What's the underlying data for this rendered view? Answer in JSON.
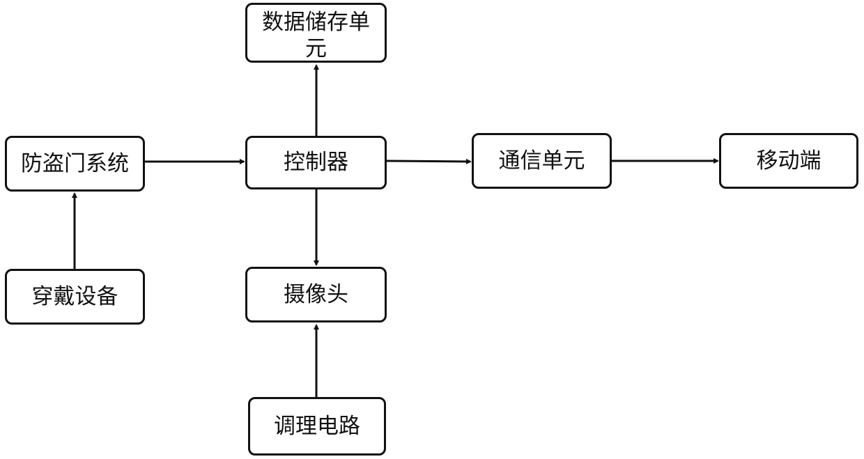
{
  "diagram": {
    "nodes": {
      "data_storage_unit": "数据储存单元",
      "anti_theft_door_system": "防盗门系统",
      "controller": "控制器",
      "communication_unit": "通信单元",
      "mobile_terminal": "移动端",
      "wearable_device": "穿戴设备",
      "camera": "摄像头",
      "conditioning_circuit": "调理电路"
    },
    "edges": [
      {
        "from": "controller",
        "to": "data_storage_unit"
      },
      {
        "from": "anti_theft_door_system",
        "to": "controller"
      },
      {
        "from": "controller",
        "to": "communication_unit"
      },
      {
        "from": "communication_unit",
        "to": "mobile_terminal"
      },
      {
        "from": "wearable_device",
        "to": "anti_theft_door_system"
      },
      {
        "from": "controller",
        "to": "camera"
      },
      {
        "from": "conditioning_circuit",
        "to": "camera"
      }
    ]
  }
}
